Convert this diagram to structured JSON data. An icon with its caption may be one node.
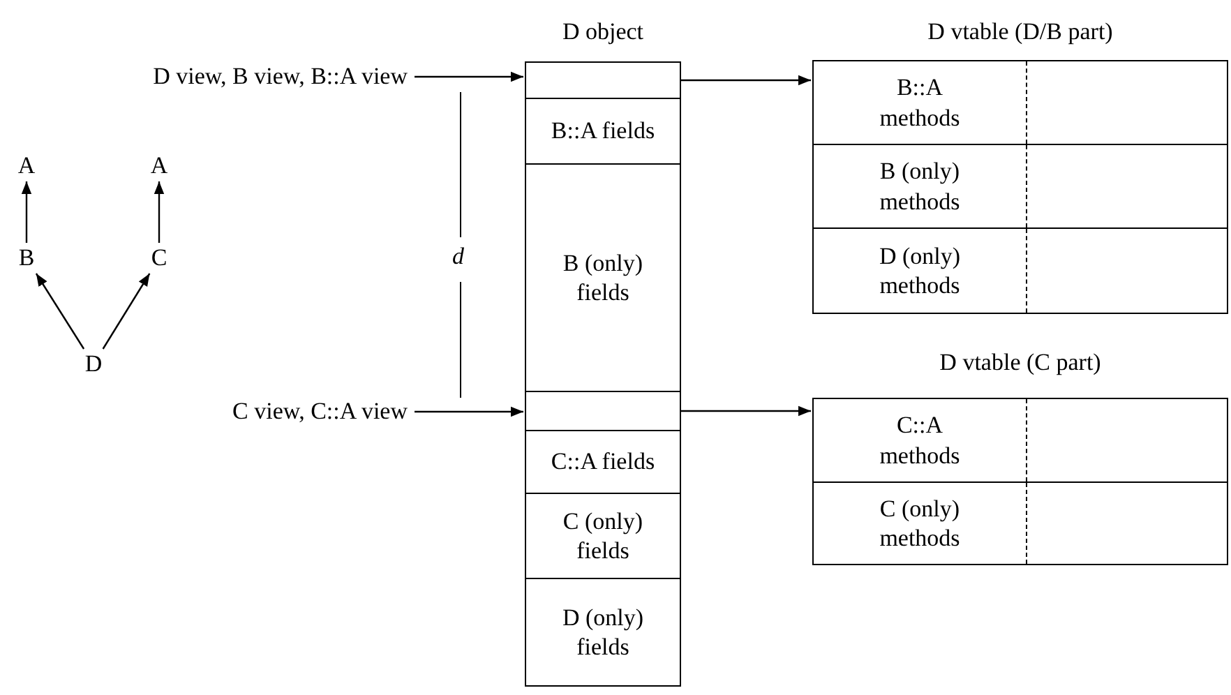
{
  "diagram": {
    "nodes": [
      {
        "text": [
          "A"
        ]
      },
      {
        "text": [
          "A"
        ]
      },
      {
        "text": [
          "B"
        ]
      },
      {
        "text": [
          "C"
        ]
      },
      {
        "text": [
          "D"
        ]
      },
      {
        "text": [
          "D view, B view, B::A view"
        ]
      },
      {
        "text": [
          "C view, C::A view"
        ]
      },
      {
        "text": [
          "D object"
        ]
      },
      {
        "text": [],
        "shape": "box",
        "in": 7
      },
      {
        "text": [
          "B::A fields"
        ],
        "in": 7
      },
      {
        "text": [
          "B (only) fields"
        ],
        "in": 7
      },
      {
        "text": [],
        "shape": "box",
        "in": 7
      },
      {
        "text": [
          "C::A fields"
        ],
        "in": 7
      },
      {
        "text": [
          "C (only) fields"
        ],
        "in": 7
      },
      {
        "text": [
          "D (only) fields"
        ],
        "in": 7
      },
      {
        "text": [
          "D vtable (D/B part)"
        ]
      },
      {
        "text": [
          "B::A methods"
        ],
        "in": 15
      },
      {
        "text": [
          "B (only) methods"
        ],
        "in": 15
      },
      {
        "text": [
          "D (only) methods"
        ],
        "in": 15
      },
      {
        "text": [
          "D vtable (C part)"
        ]
      },
      {
        "text": [
          "C::A methods"
        ],
        "in": 19
      },
      {
        "text": [
          "C (only) methods"
        ],
        "in": 19
      }
    ],
    "edges": [
      {
        "from": 2,
        "to": 0,
        "arrow": "to"
      },
      {
        "from": 3,
        "to": 1,
        "arrow": "to"
      },
      {
        "from": 4,
        "to": 2,
        "arrow": "to"
      },
      {
        "from": 4,
        "to": 3,
        "arrow": "to"
      },
      {
        "from": 5,
        "to": 8,
        "arrow": "to"
      },
      {
        "from": 6,
        "to": 11,
        "arrow": "to"
      },
      {
        "from": 8,
        "to": 15,
        "arrow": "to"
      },
      {
        "from": 11,
        "to": 19,
        "arrow": "to"
      }
    ],
    "labels": [
      "d"
    ]
  }
}
